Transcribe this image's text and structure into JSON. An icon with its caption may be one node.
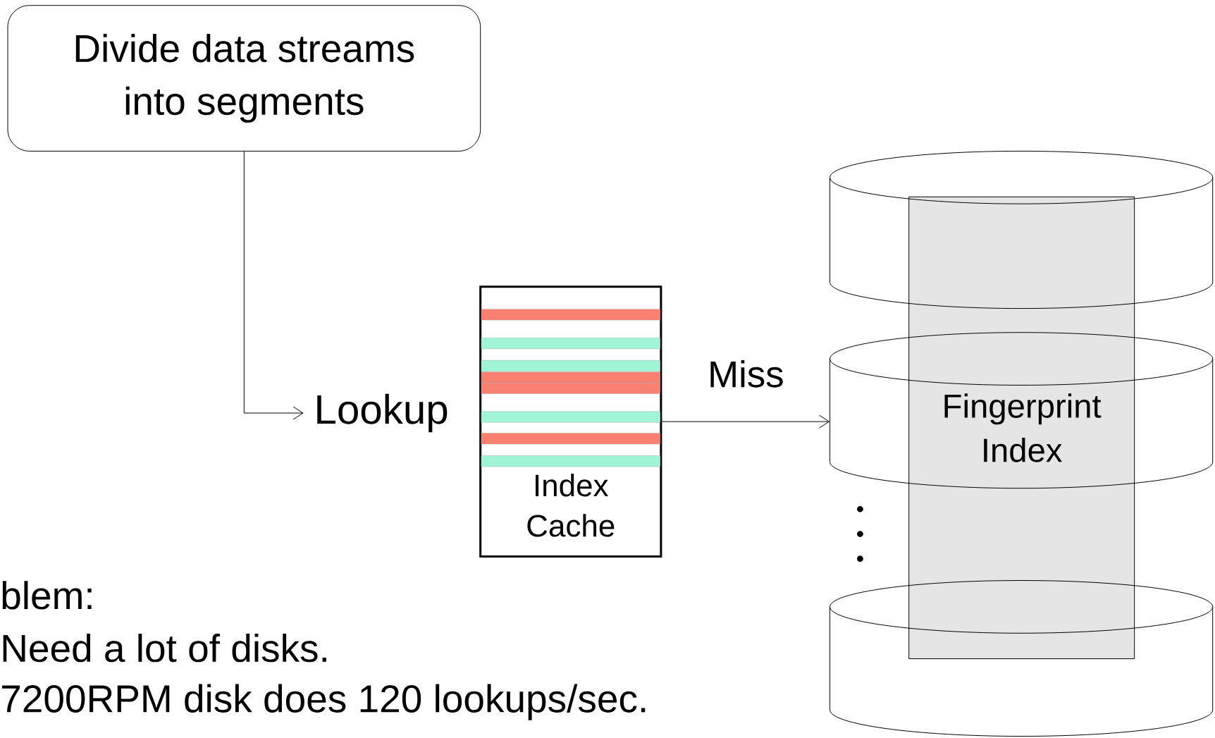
{
  "diagram": {
    "nodes": [
      {
        "text": [
          "Divide data streams into segments"
        ]
      },
      {
        "text": [
          "Lookup"
        ]
      },
      {
        "text": [
          "Index Cache"
        ]
      },
      {
        "text": [],
        "shape": "cylinder"
      },
      {
        "text": [
          "Fingerprint Index"
        ],
        "in": 3
      }
    ],
    "edges": [
      {
        "from": 0,
        "to": 1,
        "arrow": "to"
      },
      {
        "from": 2,
        "to": 3,
        "arrow": "to",
        "label": "Miss"
      }
    ],
    "labels": [
      "blem:",
      "Need a lot of disks.",
      "7200RPM disk does 120 lookups/sec."
    ]
  }
}
